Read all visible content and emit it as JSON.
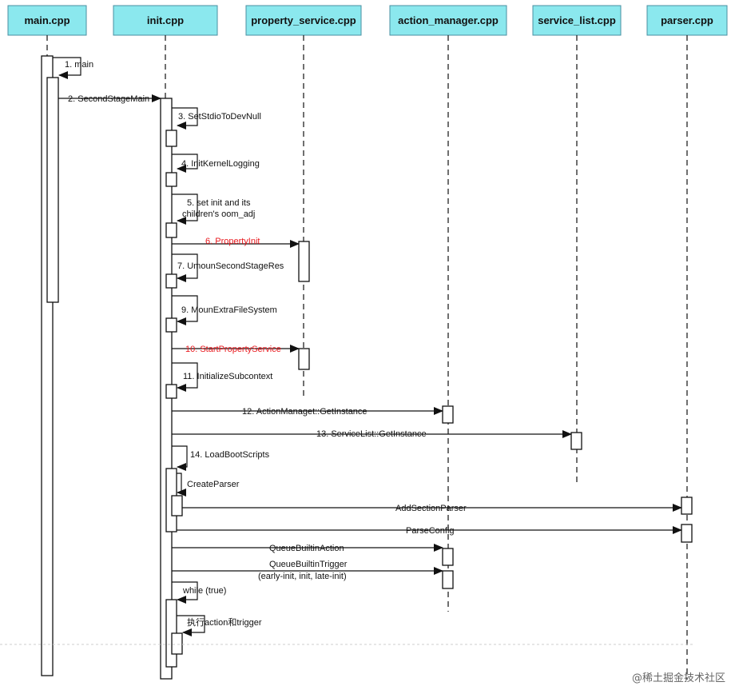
{
  "participants": [
    {
      "id": "main",
      "label": "main.cpp"
    },
    {
      "id": "init",
      "label": "init.cpp"
    },
    {
      "id": "prop",
      "label": "property_service.cpp"
    },
    {
      "id": "action",
      "label": "action_manager.cpp"
    },
    {
      "id": "svc",
      "label": "service_list.cpp"
    },
    {
      "id": "parser",
      "label": "parser.cpp"
    }
  ],
  "messages": [
    {
      "id": "m1",
      "label": "1. main",
      "highlight": false
    },
    {
      "id": "m2",
      "label": "2. SecondStageMain",
      "highlight": false
    },
    {
      "id": "m3",
      "label": "3. SetStdioToDevNull",
      "highlight": false
    },
    {
      "id": "m4",
      "label": "4. InitKernelLogging",
      "highlight": false
    },
    {
      "id": "m5a",
      "label": "5. set init and its",
      "highlight": false
    },
    {
      "id": "m5b",
      "label": "children's oom_adj",
      "highlight": false
    },
    {
      "id": "m6",
      "label": "6. PropertyInit",
      "highlight": true
    },
    {
      "id": "m7",
      "label": "7. UmounSecondStageRes",
      "highlight": false
    },
    {
      "id": "m9",
      "label": "9. MounExtraFileSystem",
      "highlight": false
    },
    {
      "id": "m10",
      "label": "10. StartPropertyService",
      "highlight": true
    },
    {
      "id": "m11",
      "label": "11. InitializeSubcontext",
      "highlight": false
    },
    {
      "id": "m12",
      "label": "12. ActionManaget::GetInstance",
      "highlight": false
    },
    {
      "id": "m13",
      "label": "13. ServiceList::GetInstance",
      "highlight": false
    },
    {
      "id": "m14",
      "label": "14.  LoadBootScripts",
      "highlight": false
    },
    {
      "id": "m15",
      "label": "CreateParser",
      "highlight": false
    },
    {
      "id": "m16",
      "label": "AddSectionParser",
      "highlight": false
    },
    {
      "id": "m17",
      "label": "ParseConfig",
      "highlight": false
    },
    {
      "id": "m18",
      "label": "QueueBuiltinAction",
      "highlight": false
    },
    {
      "id": "m19a",
      "label": "QueueBuiltinTrigger",
      "highlight": false
    },
    {
      "id": "m19b",
      "label": "(early-init, init, late-init)",
      "highlight": false
    },
    {
      "id": "m20",
      "label": "while (true)",
      "highlight": false
    },
    {
      "id": "m21",
      "label": "执行action和trigger",
      "highlight": false
    }
  ],
  "watermark": "@稀土掘金技术社区",
  "colors": {
    "header_fill": "#8be8ee",
    "highlight_text": "#e8191e",
    "line": "#111111"
  }
}
